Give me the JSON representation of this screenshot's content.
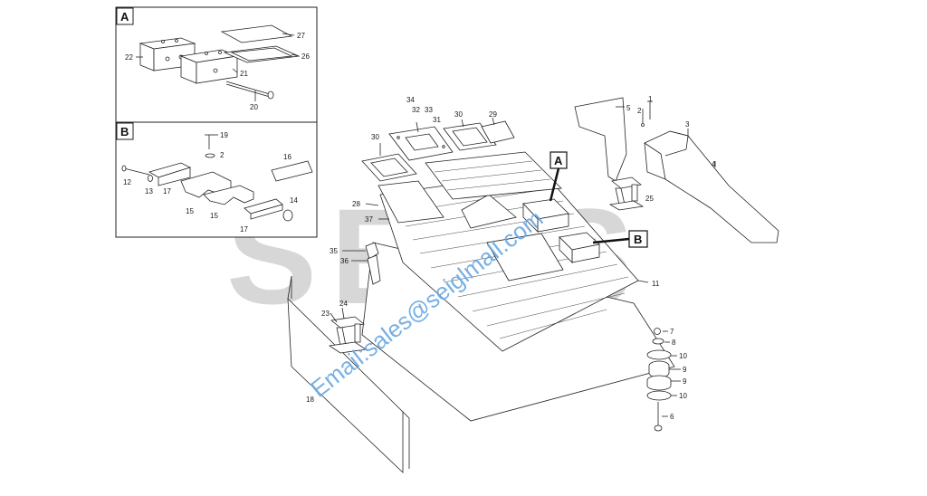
{
  "watermark": {
    "letters": [
      "S",
      "E",
      "G",
      "S"
    ],
    "email": "Email:sales@seiglmall.com",
    "watermark_color": "#d7d7d7",
    "email_color": "#6aa8e0"
  },
  "insets": {
    "a_label": "A",
    "b_label": "B"
  },
  "callouts": {
    "a_label": "A",
    "b_label": "B"
  },
  "parts": {
    "p1": "1",
    "p2": "2",
    "p2b": "2",
    "p3": "3",
    "p4": "4",
    "p5": "5",
    "p6": "6",
    "p7": "7",
    "p8": "8",
    "p9a": "9",
    "p9b": "9",
    "p10a": "10",
    "p10b": "10",
    "p11": "11",
    "p12": "12",
    "p13": "13",
    "p14": "14",
    "p15a": "15",
    "p15b": "15",
    "p16": "16",
    "p17a": "17",
    "p17b": "17",
    "p18": "18",
    "p19": "19",
    "p20": "20",
    "p21": "21",
    "p22": "22",
    "p23": "23",
    "p24": "24",
    "p25": "25",
    "p26": "26",
    "p27": "27",
    "p28": "28",
    "p29": "29",
    "p30a": "30",
    "p30b": "30",
    "p31": "31",
    "p32": "32",
    "p33": "33",
    "p34": "34",
    "p35": "35",
    "p36": "36",
    "p37": "37"
  }
}
